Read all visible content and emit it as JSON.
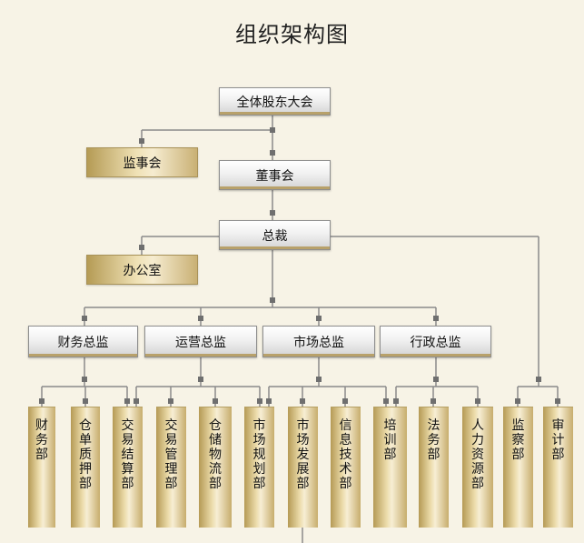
{
  "title": "组织架构图",
  "colors": {
    "background": "#f7f3e6",
    "connector": "#8a8a8a",
    "node_silver": "#e6e6e6",
    "node_gold": "#d8c388"
  },
  "nodes": {
    "shareholders": "全体股东大会",
    "supervisory_board": "监事会",
    "board": "董事会",
    "president": "总裁",
    "office": "办公室",
    "directors": [
      {
        "id": "finance",
        "label": "财务总监"
      },
      {
        "id": "operations",
        "label": "运营总监"
      },
      {
        "id": "marketing",
        "label": "市场总监"
      },
      {
        "id": "admin",
        "label": "行政总监"
      }
    ],
    "departments": [
      {
        "id": "finance-dept",
        "label": "财务部"
      },
      {
        "id": "warehouse-pledge",
        "label": "仓单质押部"
      },
      {
        "id": "trade-settlement",
        "label": "交易结算部"
      },
      {
        "id": "trade-management",
        "label": "交易管理部"
      },
      {
        "id": "warehouse-logistics",
        "label": "仓储物流部"
      },
      {
        "id": "market-planning",
        "label": "市场规划部"
      },
      {
        "id": "market-development",
        "label": "市场发展部"
      },
      {
        "id": "it-dept",
        "label": "信息技术部"
      },
      {
        "id": "training",
        "label": "培训部"
      },
      {
        "id": "legal",
        "label": "法务部"
      },
      {
        "id": "hr",
        "label": "人力资源部"
      },
      {
        "id": "supervision",
        "label": "监察部"
      },
      {
        "id": "audit",
        "label": "审计部"
      }
    ]
  }
}
